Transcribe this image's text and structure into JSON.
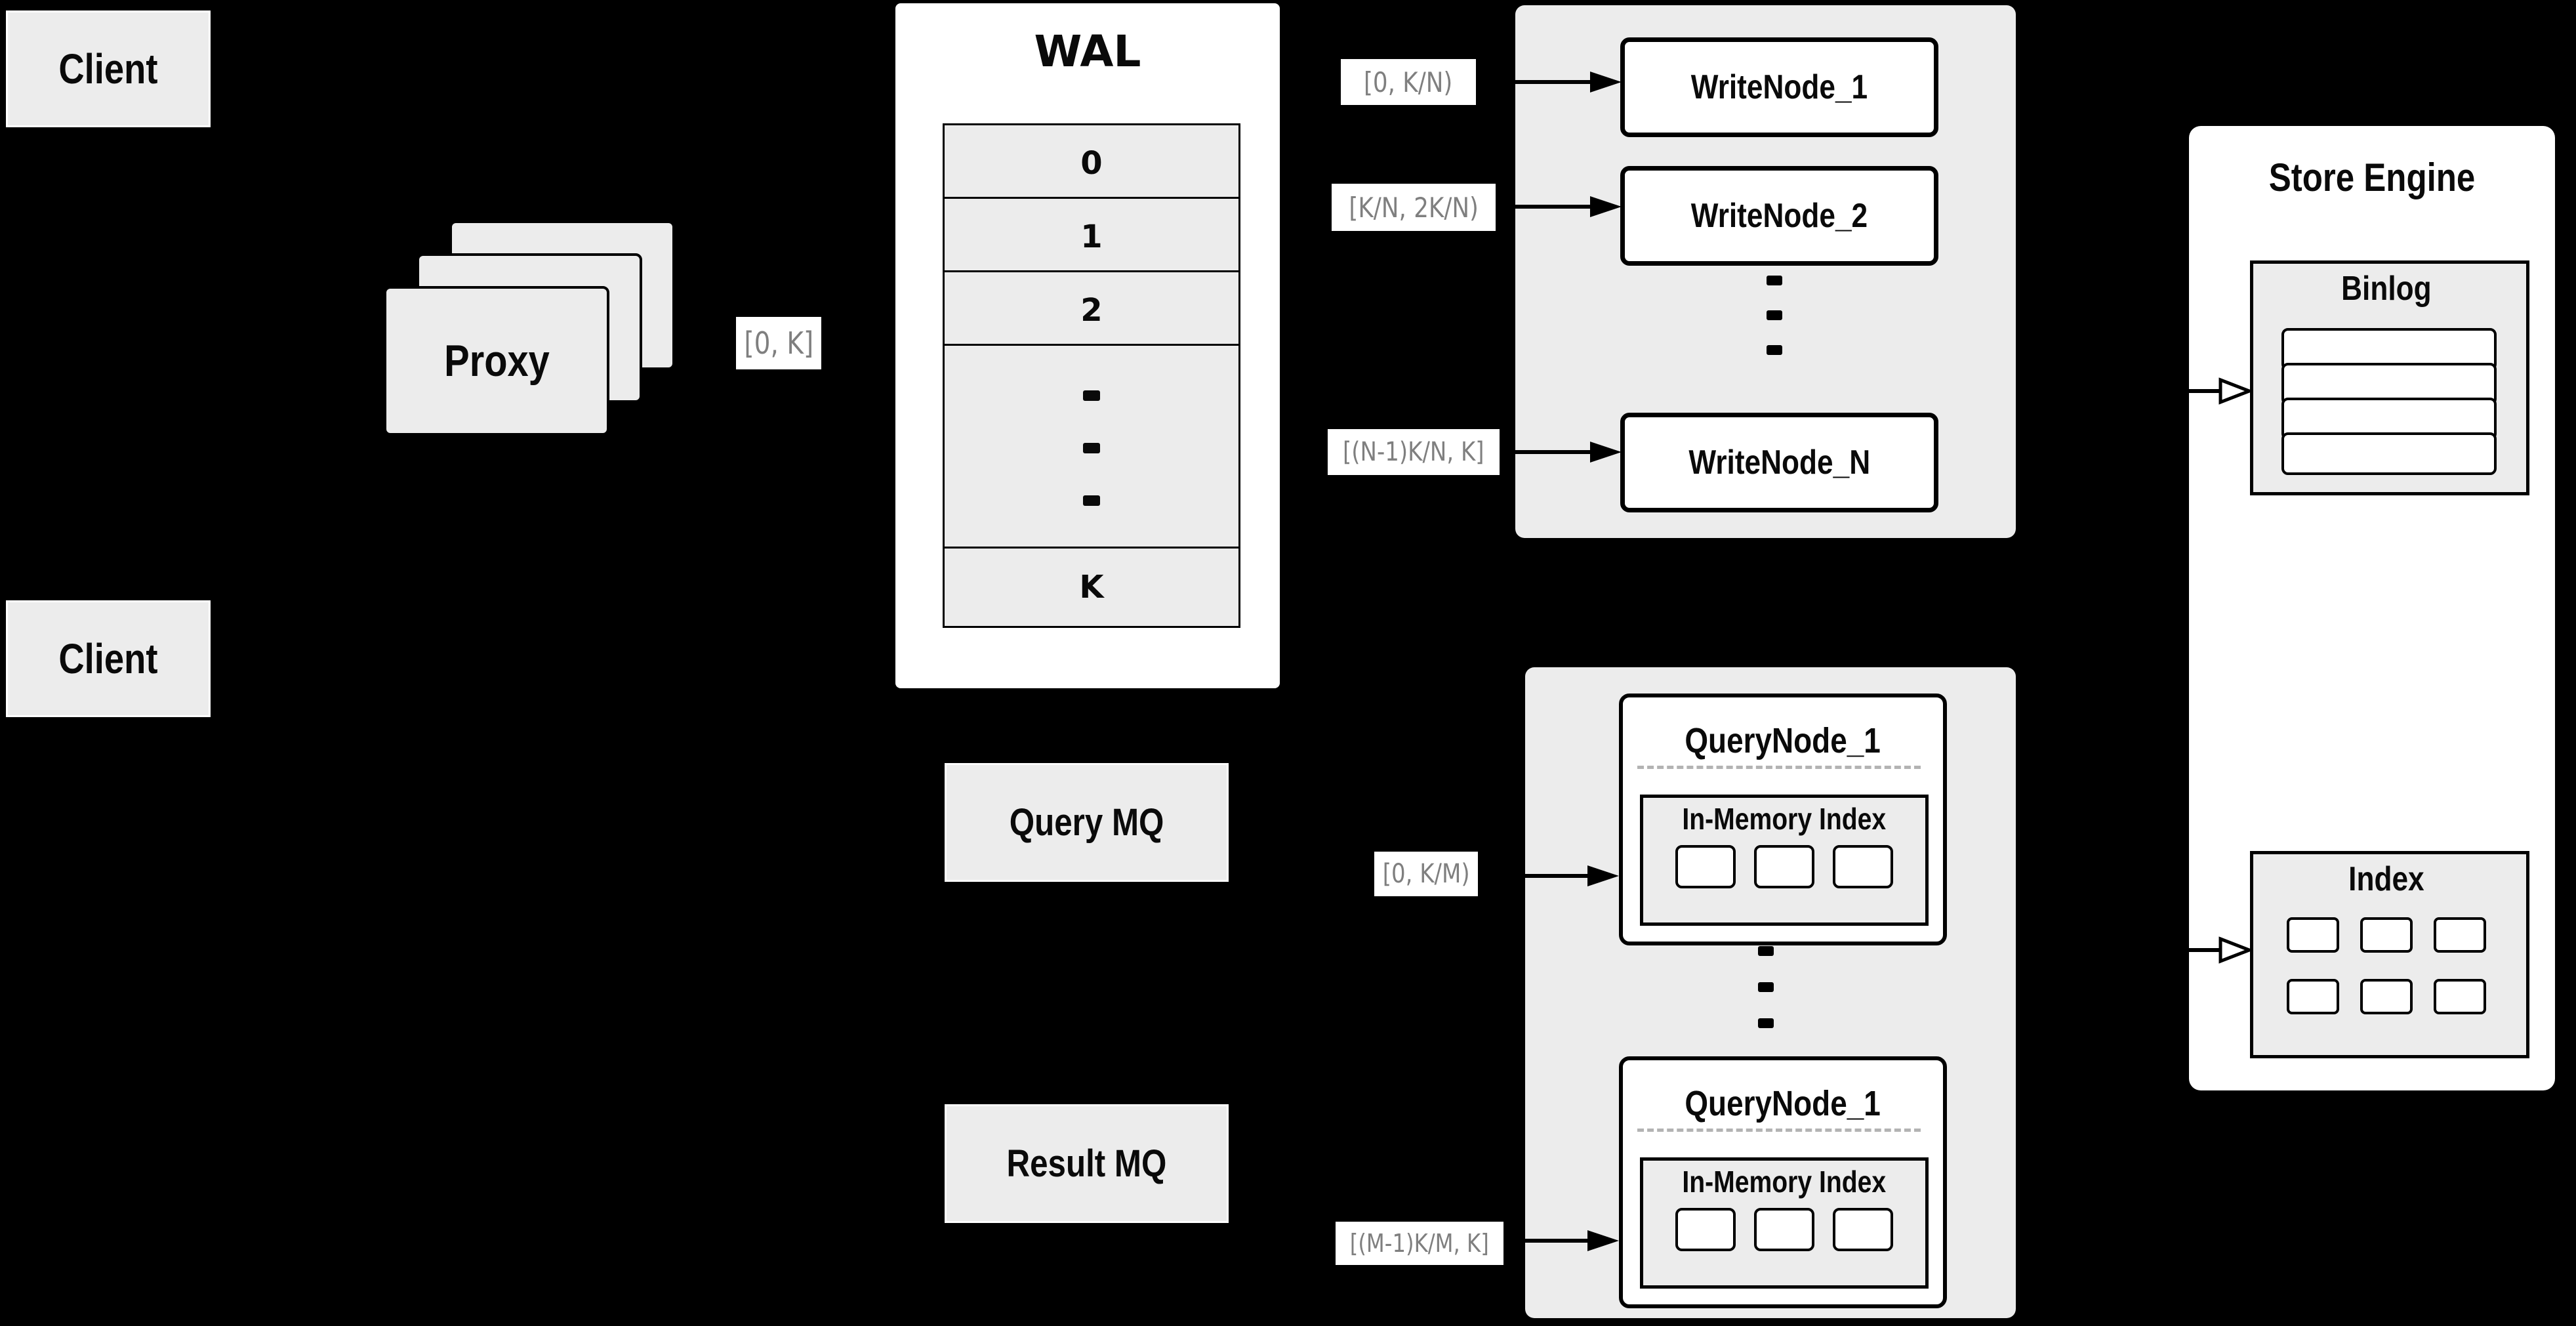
{
  "colors": {
    "background": "#000000",
    "panel_gray": "#ececec",
    "box_white": "#ffffff",
    "border_black": "#000000",
    "range_label_text": "#7f7f7f",
    "divider_dash_gray": "#b3b3b3"
  },
  "client_top": {
    "label": "Client"
  },
  "client_bottom": {
    "label": "Client"
  },
  "proxy": {
    "label": "Proxy"
  },
  "wal": {
    "title": "WAL",
    "rows": [
      "0",
      "1",
      "2"
    ],
    "last_row": "K"
  },
  "range_labels": {
    "proxy": "[0, K]",
    "write1": "[0,  K/N)",
    "write2": "[K/N, 2K/N)",
    "writeN": "[(N-1)K/N,  K]",
    "query1": "[0, K/M)",
    "queryM": "[(M-1)K/M, K]"
  },
  "write_nodes": {
    "node1": "WriteNode_1",
    "node2": "WriteNode_2",
    "nodeN": "WriteNode_N"
  },
  "mq": {
    "query": "Query MQ",
    "result": "Result MQ"
  },
  "query_nodes": {
    "node1": {
      "title": "QueryNode_1",
      "inner_title": "In-Memory Index"
    },
    "node2": {
      "title": "QueryNode_1",
      "inner_title": "In-Memory Index"
    }
  },
  "store_engine": {
    "title": "Store Engine",
    "binlog_title": "Binlog",
    "index_title": "Index"
  }
}
